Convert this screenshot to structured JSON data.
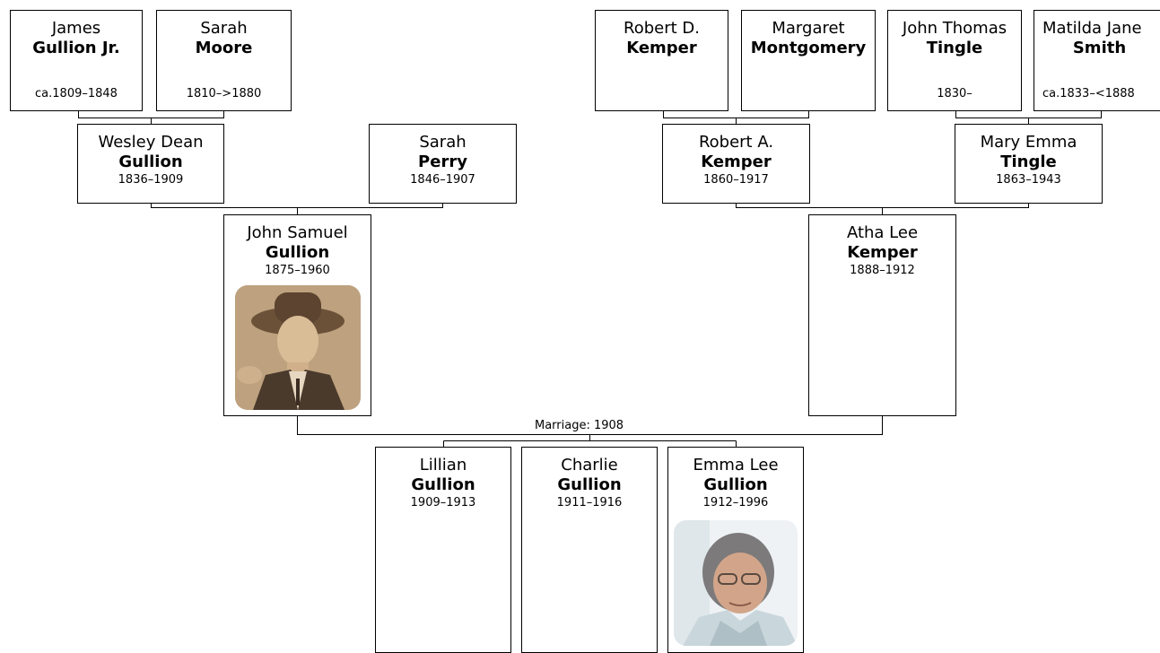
{
  "great_grandparents": [
    {
      "given": "James",
      "surname": "Gullion Jr.",
      "dates": "ca.1809–1848"
    },
    {
      "given": "Sarah",
      "surname": "Moore",
      "dates": "1810–>1880"
    },
    {
      "given": "Robert D.",
      "surname": "Kemper",
      "dates": ""
    },
    {
      "given": "Margaret",
      "surname": "Montgomery",
      "dates": ""
    },
    {
      "given": "John Thomas",
      "surname": "Tingle",
      "dates": "1830–"
    },
    {
      "given": "Matilda Jane",
      "surname": "Smith",
      "dates": "ca.1833–<1888"
    }
  ],
  "grandparents": [
    {
      "given": "Wesley Dean",
      "surname": "Gullion",
      "dates": "1836–1909"
    },
    {
      "given": "Sarah",
      "surname": "Perry",
      "dates": "1846–1907"
    },
    {
      "given": "Robert A.",
      "surname": "Kemper",
      "dates": "1860–1917"
    },
    {
      "given": "Mary Emma",
      "surname": "Tingle",
      "dates": "1863–1943"
    }
  ],
  "parents": [
    {
      "given": "John Samuel",
      "surname": "Gullion",
      "dates": "1875–1960",
      "has_photo": true
    },
    {
      "given": "Atha Lee",
      "surname": "Kemper",
      "dates": "1888–1912",
      "has_photo": false
    }
  ],
  "marriage_label": "Marriage: 1908",
  "children": [
    {
      "given": "Lillian",
      "surname": "Gullion",
      "dates": "1909–1913",
      "has_photo": false
    },
    {
      "given": "Charlie",
      "surname": "Gullion",
      "dates": "1911–1916",
      "has_photo": false
    },
    {
      "given": "Emma Lee",
      "surname": "Gullion",
      "dates": "1912–1996",
      "has_photo": true
    }
  ],
  "colors": {
    "border": "#000000",
    "background": "#ffffff",
    "sepia": "#9c7f5e",
    "photo_bg": "#eef2f4"
  }
}
